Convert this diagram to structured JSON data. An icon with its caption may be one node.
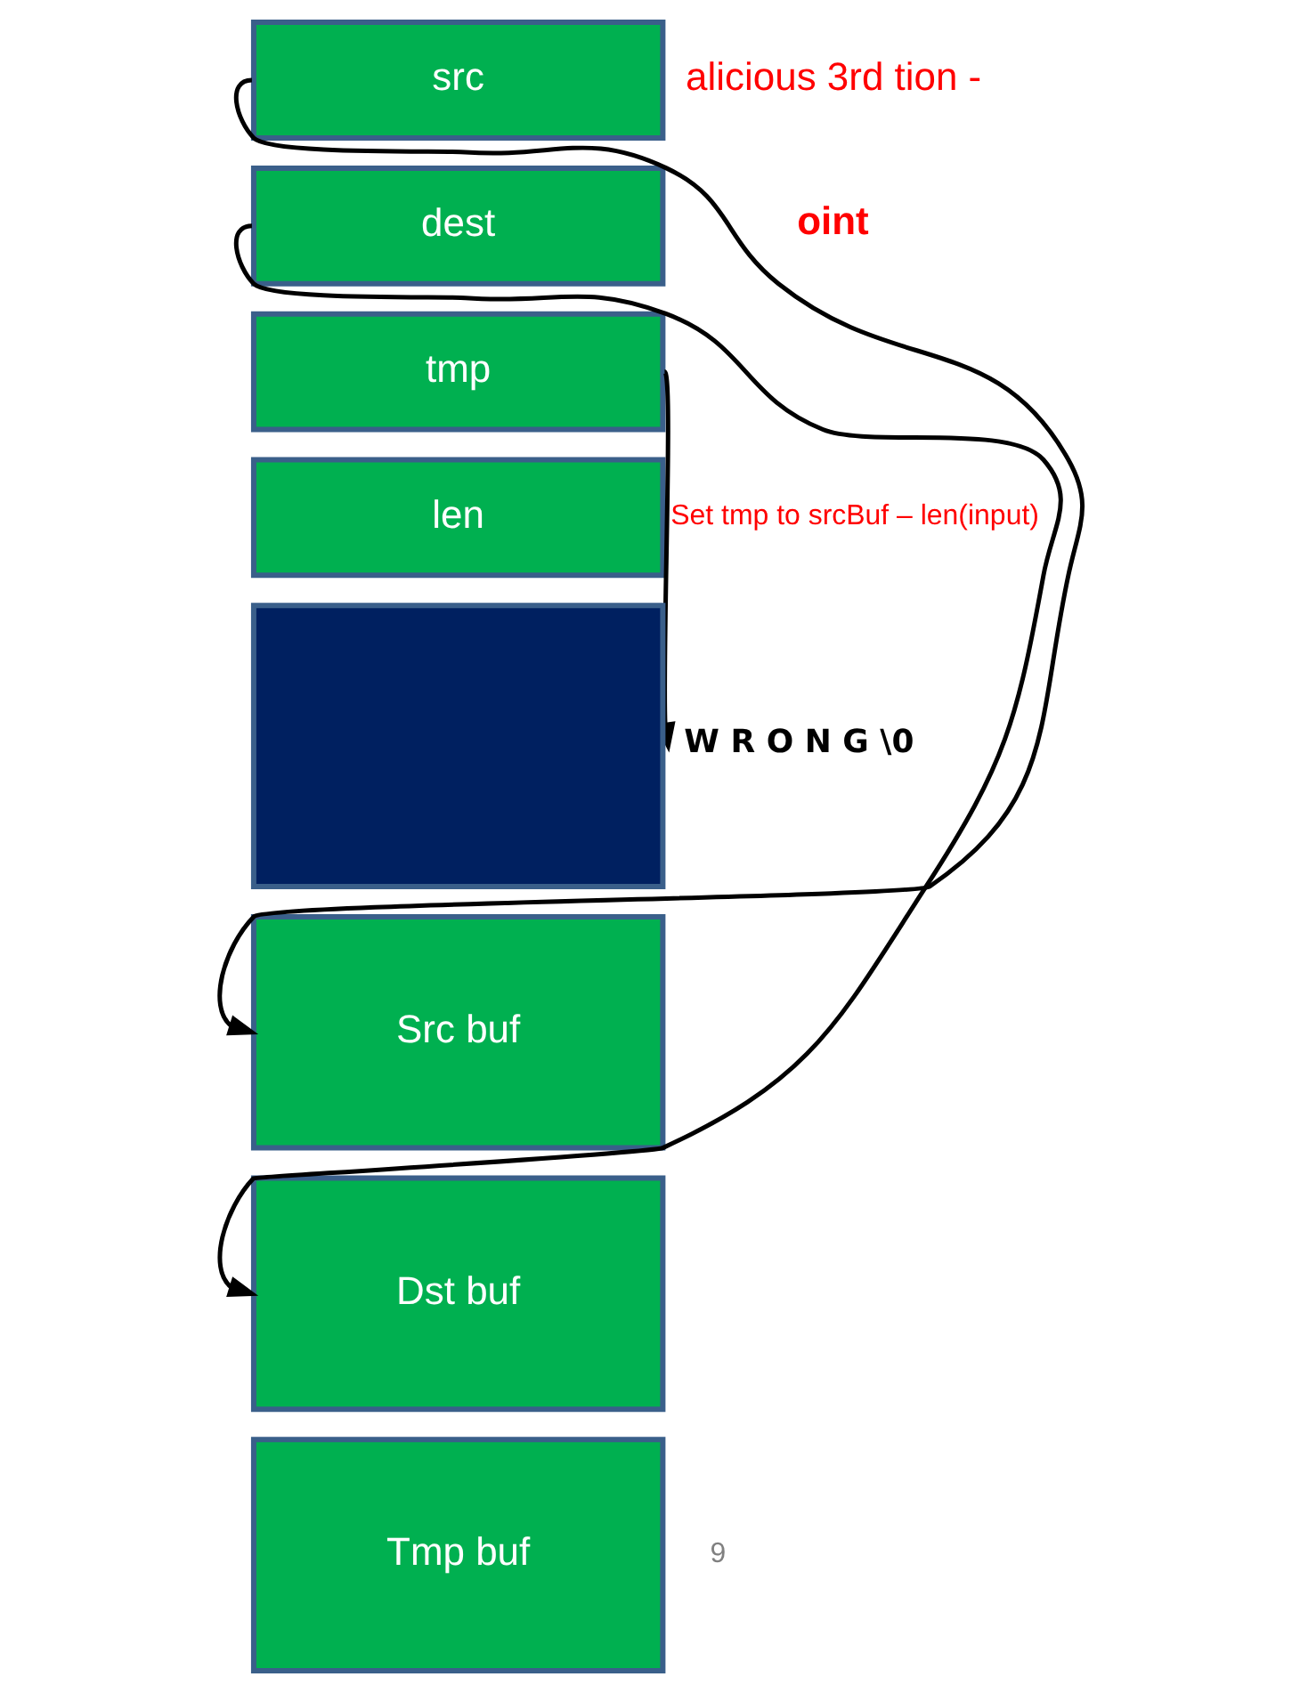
{
  "diagram": {
    "nodes": [
      {
        "text": [
          "src"
        ]
      },
      {
        "text": [
          "dest"
        ]
      },
      {
        "text": [
          "tmp"
        ]
      },
      {
        "text": [
          "len"
        ]
      },
      {
        "text": [],
        "shape": "box"
      },
      {
        "text": [
          "Src buf"
        ]
      },
      {
        "text": [
          "Dst buf"
        ]
      },
      {
        "text": [
          "Tmp buf"
        ]
      },
      {
        "text": [
          "W R O N G \\0"
        ]
      }
    ],
    "edges": [
      {
        "from": 0,
        "to": 5,
        "arrow": "to"
      },
      {
        "from": 1,
        "to": 6,
        "arrow": "to"
      },
      {
        "from": 2,
        "to": 8,
        "arrow": "to",
        "label": "Set tmp to srcBuf – len(input)"
      }
    ],
    "labels": [
      "alicious 3rd tion -",
      "oint",
      "9"
    ]
  }
}
